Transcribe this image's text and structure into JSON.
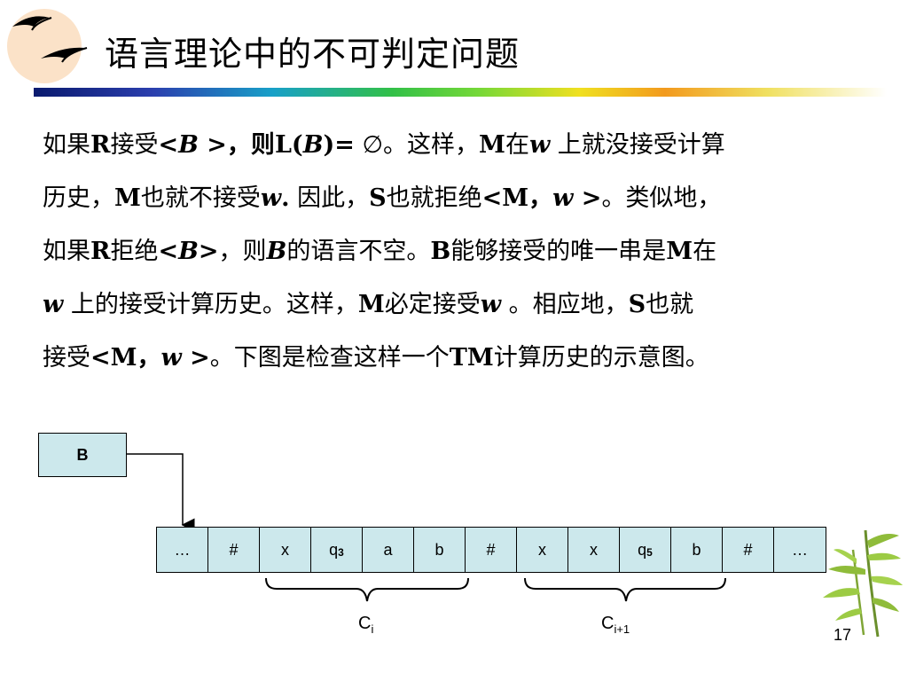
{
  "title": "语言理论中的不可判定问题",
  "paragraph": {
    "line1": {
      "t1": "如果",
      "b1": "R",
      "t2": "接受",
      "lt": "<",
      "bvar": "B",
      "rest1": " >，则",
      "L": "L(",
      "bvar2": "B",
      "eq": ")=",
      "empty": " ∅",
      "t3": "。这样，",
      "M1": "M",
      "t4": "在",
      "w1": "w",
      "t5": " 上就没接受计算"
    },
    "line2": {
      "t1": "历史，",
      "M": "M",
      "t2": "也就不接受",
      "w": "w",
      "dot": ".",
      "t3": " 因此，",
      "S": "S",
      "t4": "也就拒绝",
      "mw": "<M，",
      "w2": "w",
      "gt": " >",
      "t5": "。类似地，"
    },
    "line3": {
      "t1": "如果",
      "R": "R",
      "t2": "拒绝",
      "lt": "<",
      "B": "B",
      "gt": ">",
      "t3": "，则",
      "B2": "B",
      "t4": "的语言不空。",
      "B3": "B",
      "t5": "能够接受的唯一串是",
      "M": "M",
      "t6": "在"
    },
    "line4": {
      "w": "w",
      "t1": " 上的接受计算历史。这样，",
      "M": "M",
      "t2": "必定接受",
      "w2": "w",
      "t3": " 。相应地，",
      "S": "S",
      "t4": "也就"
    },
    "line5": {
      "t1": "接受",
      "mw": "<M，",
      "w": "w",
      "gt": " >",
      "t2": "。下图是检查这样一个",
      "TM": "TM",
      "t3": "计算历史的示意图。"
    }
  },
  "diagram": {
    "b_box_label": "B",
    "tape_cells": [
      {
        "sym": "…",
        "sub": ""
      },
      {
        "sym": "#",
        "sub": ""
      },
      {
        "sym": "x",
        "sub": ""
      },
      {
        "sym": "q",
        "sub": "3"
      },
      {
        "sym": "a",
        "sub": ""
      },
      {
        "sym": "b",
        "sub": ""
      },
      {
        "sym": "#",
        "sub": ""
      },
      {
        "sym": "x",
        "sub": ""
      },
      {
        "sym": "x",
        "sub": ""
      },
      {
        "sym": "q",
        "sub": "5"
      },
      {
        "sym": "b",
        "sub": ""
      },
      {
        "sym": "#",
        "sub": ""
      },
      {
        "sym": "…",
        "sub": ""
      }
    ],
    "brace1_label": "C",
    "brace1_sub": "i",
    "brace2_label": "C",
    "brace2_sub": "i+1"
  },
  "page_number": "17",
  "colors": {
    "cell_fill": "#cce8ec",
    "logo_circle": "#fbe2c8"
  },
  "icons": {
    "logo": "birds-logo-icon",
    "decoration": "bamboo-icon"
  }
}
